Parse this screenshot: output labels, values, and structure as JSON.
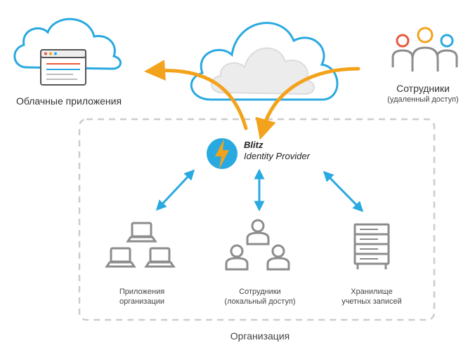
{
  "labels": {
    "cloud_apps": "Облачные приложения",
    "remote_employees": "Сотрудники",
    "remote_access": "(удаленный доступ)",
    "org_apps_line1": "Приложения",
    "org_apps_line2": "организации",
    "local_employees_line1": "Сотрудники",
    "local_employees_line2": "(локальный доступ)",
    "storage_line1": "Хранилище",
    "storage_line2": "учетных записей",
    "organization": "Организация"
  },
  "provider": {
    "name": "Blitz",
    "subtitle": "Identity Provider"
  },
  "colors": {
    "cloud_outline": "#29a9e1",
    "arrow_orange": "#f3a21b",
    "arrow_blue": "#29a9e1",
    "icon_gray": "#8c8c8c",
    "dashed_border": "#c8c8c8",
    "person_red": "#e85a3c",
    "person_orange": "#f3a21b",
    "person_blue": "#29a9e1"
  },
  "icons": [
    "cloud-icon",
    "browser-window-icon",
    "people-group-icon",
    "lightning-logo-icon",
    "laptop-icon",
    "person-icon",
    "server-rack-icon",
    "double-arrow-icon"
  ]
}
